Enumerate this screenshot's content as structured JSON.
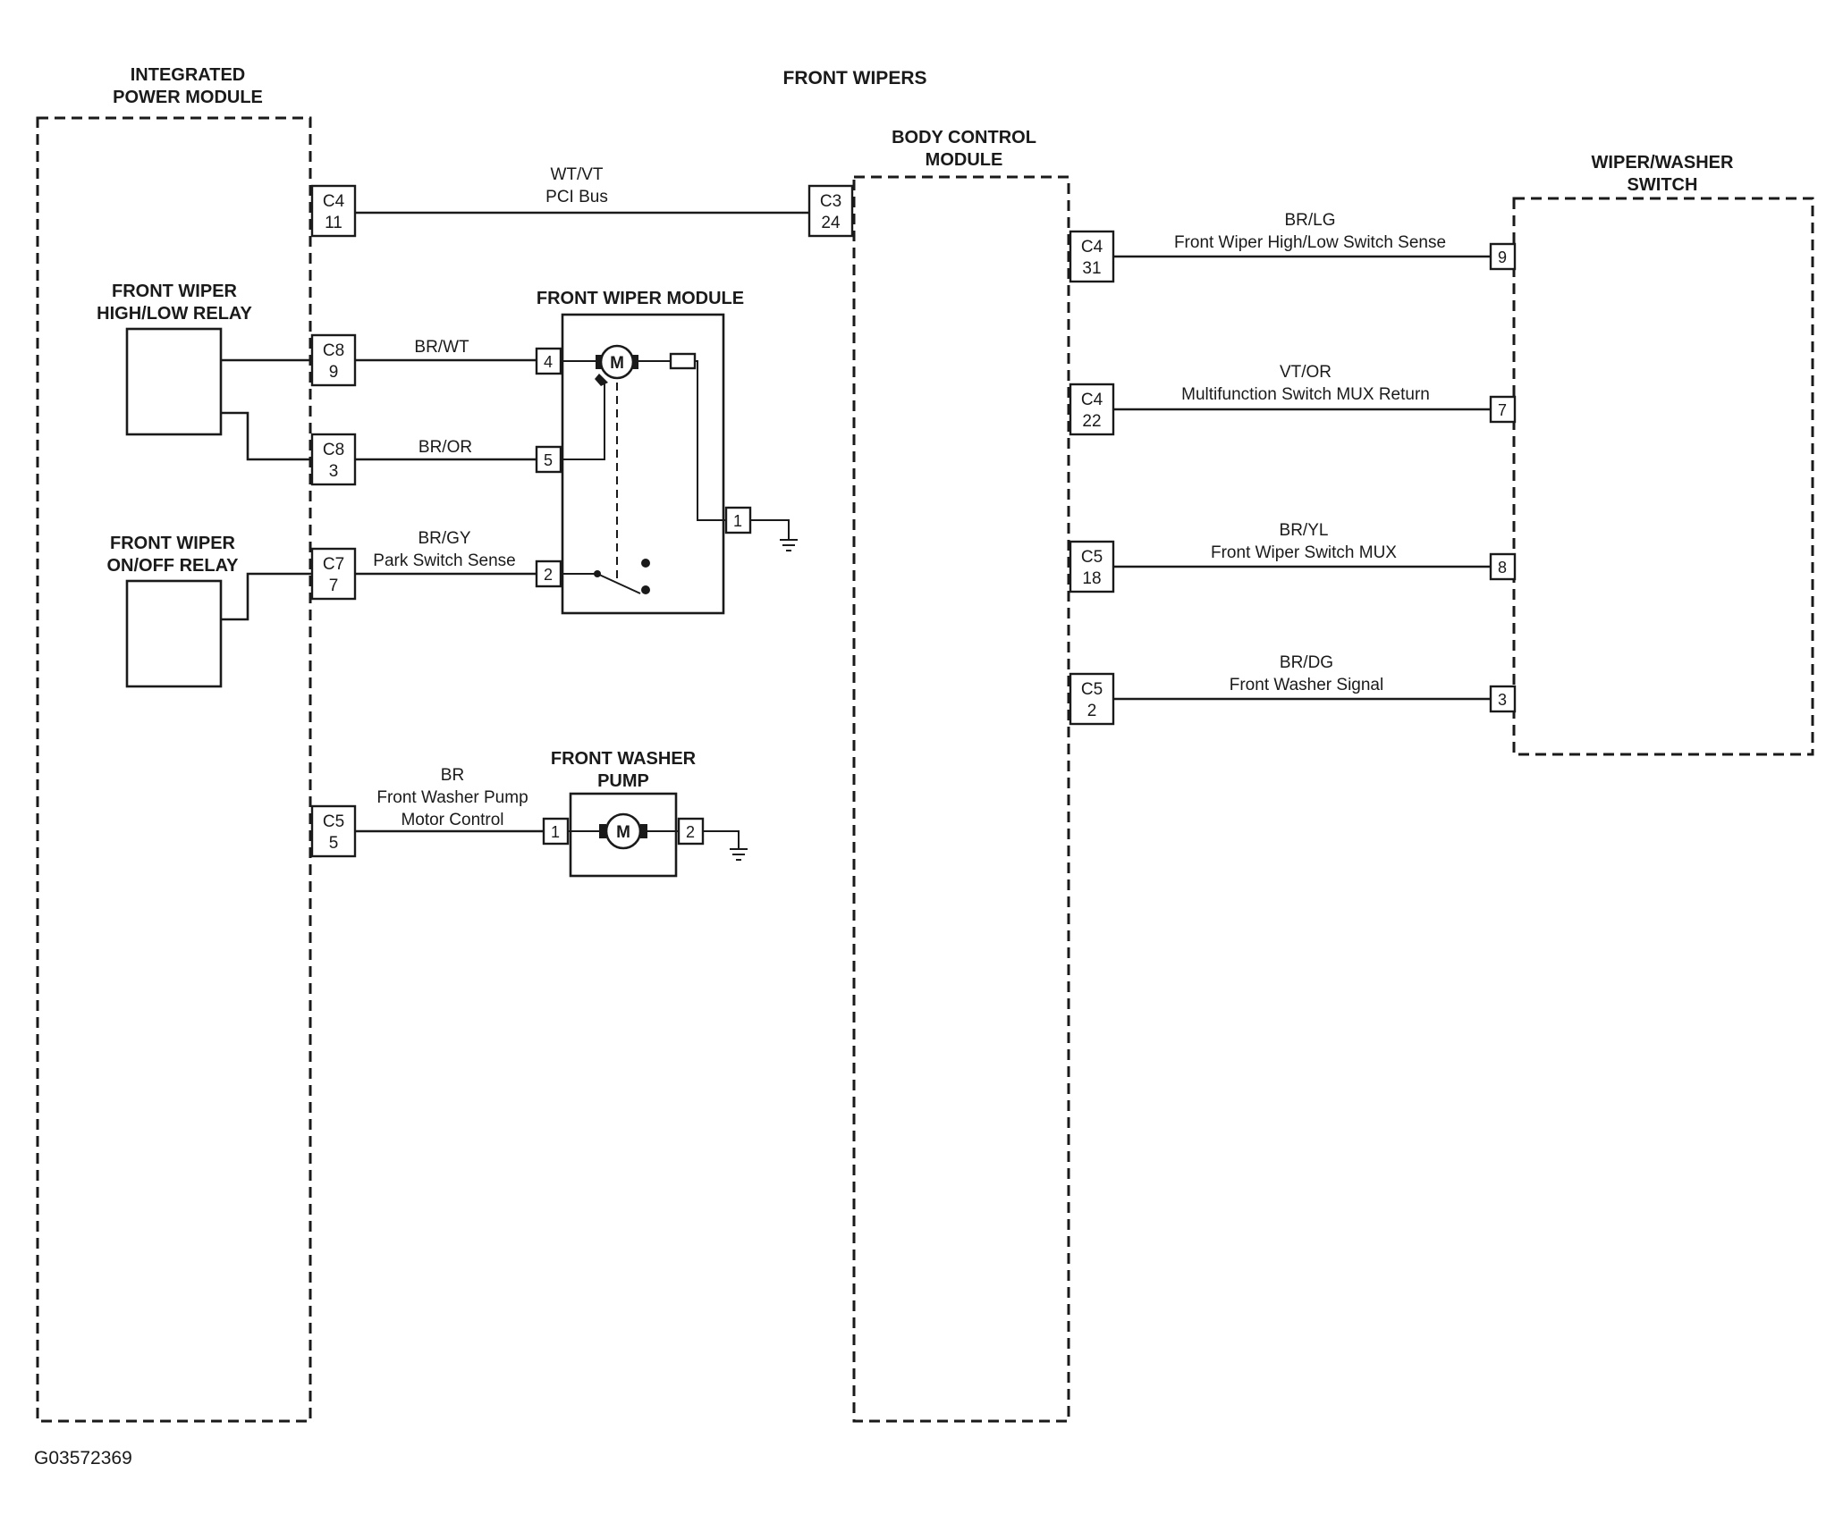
{
  "title": "FRONT WIPERS",
  "figure_id": "G03572369",
  "modules": {
    "ipm": "INTEGRATED POWER MODULE",
    "bcm": "BODY CONTROL MODULE",
    "switch": "WIPER/WASHER SWITCH",
    "wiper_module": "FRONT WIPER MODULE",
    "washer_pump": "FRONT WASHER PUMP",
    "hl_relay": "FRONT WIPER HIGH/LOW RELAY",
    "onoff_relay": "FRONT WIPER ON/OFF RELAY"
  },
  "wires": {
    "pci": {
      "color": "WT/VT",
      "desc": "PCI Bus"
    },
    "br_wt": {
      "color": "BR/WT"
    },
    "br_or": {
      "color": "BR/OR"
    },
    "br_gy": {
      "color": "BR/GY",
      "desc": "Park Switch Sense"
    },
    "br": {
      "color": "BR",
      "desc1": "Front Washer Pump",
      "desc2": "Motor Control"
    },
    "br_lg": {
      "color": "BR/LG",
      "desc": "Front Wiper High/Low Switch Sense"
    },
    "vt_or": {
      "color": "VT/OR",
      "desc": "Multifunction Switch MUX Return"
    },
    "br_yl": {
      "color": "BR/YL",
      "desc": "Front Wiper Switch MUX"
    },
    "br_dg": {
      "color": "BR/DG",
      "desc": "Front Washer Signal"
    }
  },
  "connectors": {
    "ipm_pci": {
      "conn": "C4",
      "pin": "11"
    },
    "bcm_pci": {
      "conn": "C3",
      "pin": "24"
    },
    "ipm_c8_9": {
      "conn": "C8",
      "pin": "9"
    },
    "ipm_c8_3": {
      "conn": "C8",
      "pin": "3"
    },
    "ipm_c7_7": {
      "conn": "C7",
      "pin": "7"
    },
    "ipm_c5_5": {
      "conn": "C5",
      "pin": "5"
    },
    "bcm_c4_31": {
      "conn": "C4",
      "pin": "31"
    },
    "bcm_c4_22": {
      "conn": "C4",
      "pin": "22"
    },
    "bcm_c5_18": {
      "conn": "C5",
      "pin": "18"
    },
    "bcm_c5_2": {
      "conn": "C5",
      "pin": "2"
    }
  },
  "pins": {
    "wm_4": "4",
    "wm_5": "5",
    "wm_2": "2",
    "wm_1": "1",
    "wp_1": "1",
    "wp_2": "2",
    "sw_9": "9",
    "sw_7": "7",
    "sw_8": "8",
    "sw_3": "3"
  },
  "motor_label": "M"
}
